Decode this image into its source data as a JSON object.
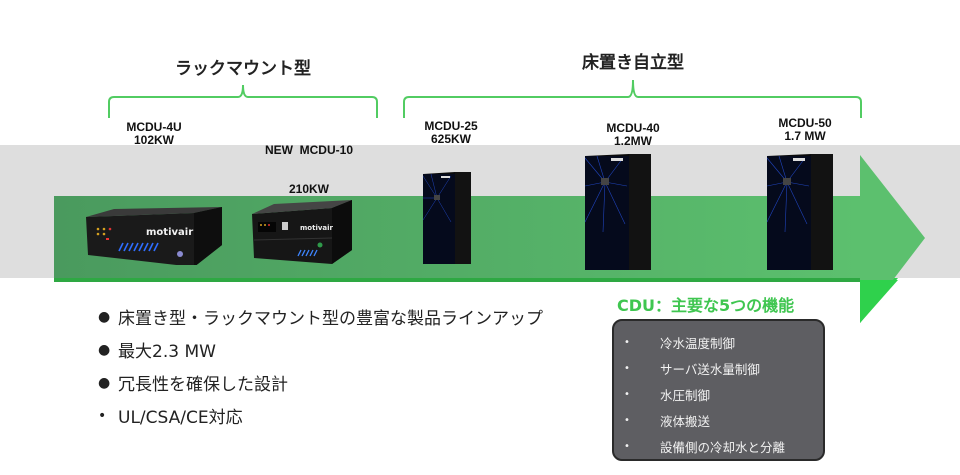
{
  "groups": [
    {
      "title": "ラックマウント型"
    },
    {
      "title": "床置き自立型"
    }
  ],
  "models": [
    {
      "name": "MCDU-4U",
      "capacity": "102KW",
      "form": "rack",
      "brand": "motivair"
    },
    {
      "name": "NEW  MCDU-10",
      "capacity": "210KW",
      "form": "rack",
      "brand": "motivair"
    },
    {
      "name": "MCDU-25",
      "capacity": "625KW",
      "form": "floor"
    },
    {
      "name": "MCDU-40",
      "capacity": "1.2MW",
      "form": "floor"
    },
    {
      "name": "MCDU-50",
      "capacity": "1.7 MW",
      "form": "floor"
    }
  ],
  "features": [
    "床置き型・ラックマウント型の豊富な製品ラインアップ",
    "最大2.3 MW",
    "冗長性を確保した設計",
    "UL/CSA/CE対応"
  ],
  "cdu": {
    "title": "CDU：主要な5つの機能",
    "functions": [
      "冷水温度制御",
      "サーバ送水量制御",
      "水圧制御",
      "液体搬送",
      "設備側の冷却水と分離"
    ]
  },
  "colors": {
    "accent_green": "#3fc650",
    "band_green": "#4fa664",
    "band_gray": "#dedede",
    "box_gray": "#5e5e62"
  }
}
